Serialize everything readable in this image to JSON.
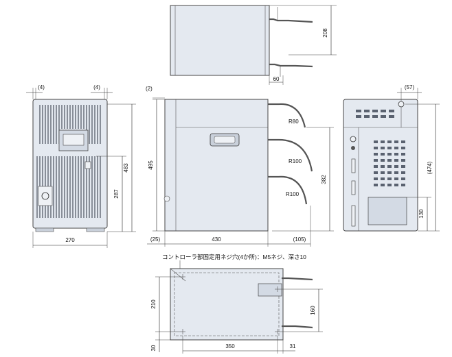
{
  "annotation": "コントローラ部固定用ネジ穴(4か所)：M5ネジ、深さ10",
  "front_view": {
    "margin_left": "(4)",
    "margin_right": "(4)",
    "width": "270",
    "height_total": "483",
    "height_controller": "287"
  },
  "top_view": {
    "depth": "208",
    "pipe_offset": "60"
  },
  "side_view": {
    "top_gap": "(2)",
    "height": "495",
    "cabinet_height": "382",
    "depth": "430",
    "rear_offset": "(25)",
    "front_protrusion": "(105)",
    "hose_1": "R80",
    "hose_2": "R100",
    "hose_3": "R100"
  },
  "rear_view": {
    "top_offset": "(57)",
    "height": "(474)",
    "panel_height": "130"
  },
  "bottom_view": {
    "depth": "210",
    "base_offset": "30",
    "hole_span": "350",
    "right_offset": "31",
    "hole_height": "160"
  }
}
